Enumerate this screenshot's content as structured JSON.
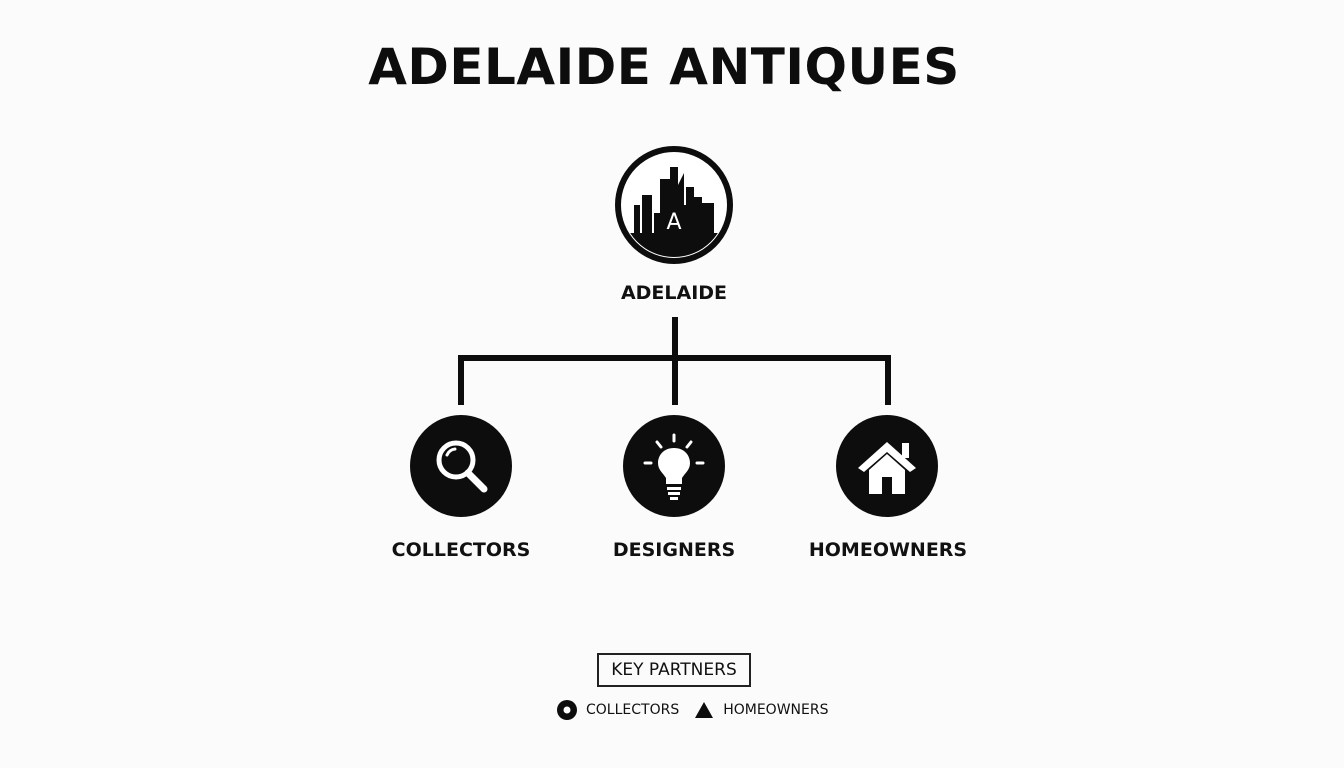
{
  "title": "ADELAIDE ANTIQUES",
  "root": {
    "label": "ADELAIDE",
    "icon": "city-skyline-icon",
    "icon_letter": "A"
  },
  "children": [
    {
      "label": "COLLECTORS",
      "icon": "magnifier-icon"
    },
    {
      "label": "DESIGNERS",
      "icon": "lightbulb-icon"
    },
    {
      "label": "HOMEOWNERS",
      "icon": "house-icon"
    }
  ],
  "key": {
    "title": "KEY PARTNERS",
    "items": [
      {
        "marker": "dot-circle-marker",
        "label": "COLLECTORS"
      },
      {
        "marker": "triangle-marker",
        "label": "HOMEOWNERS"
      }
    ]
  },
  "colors": {
    "ink": "#0d0d0d",
    "background": "#fbfbfb"
  }
}
